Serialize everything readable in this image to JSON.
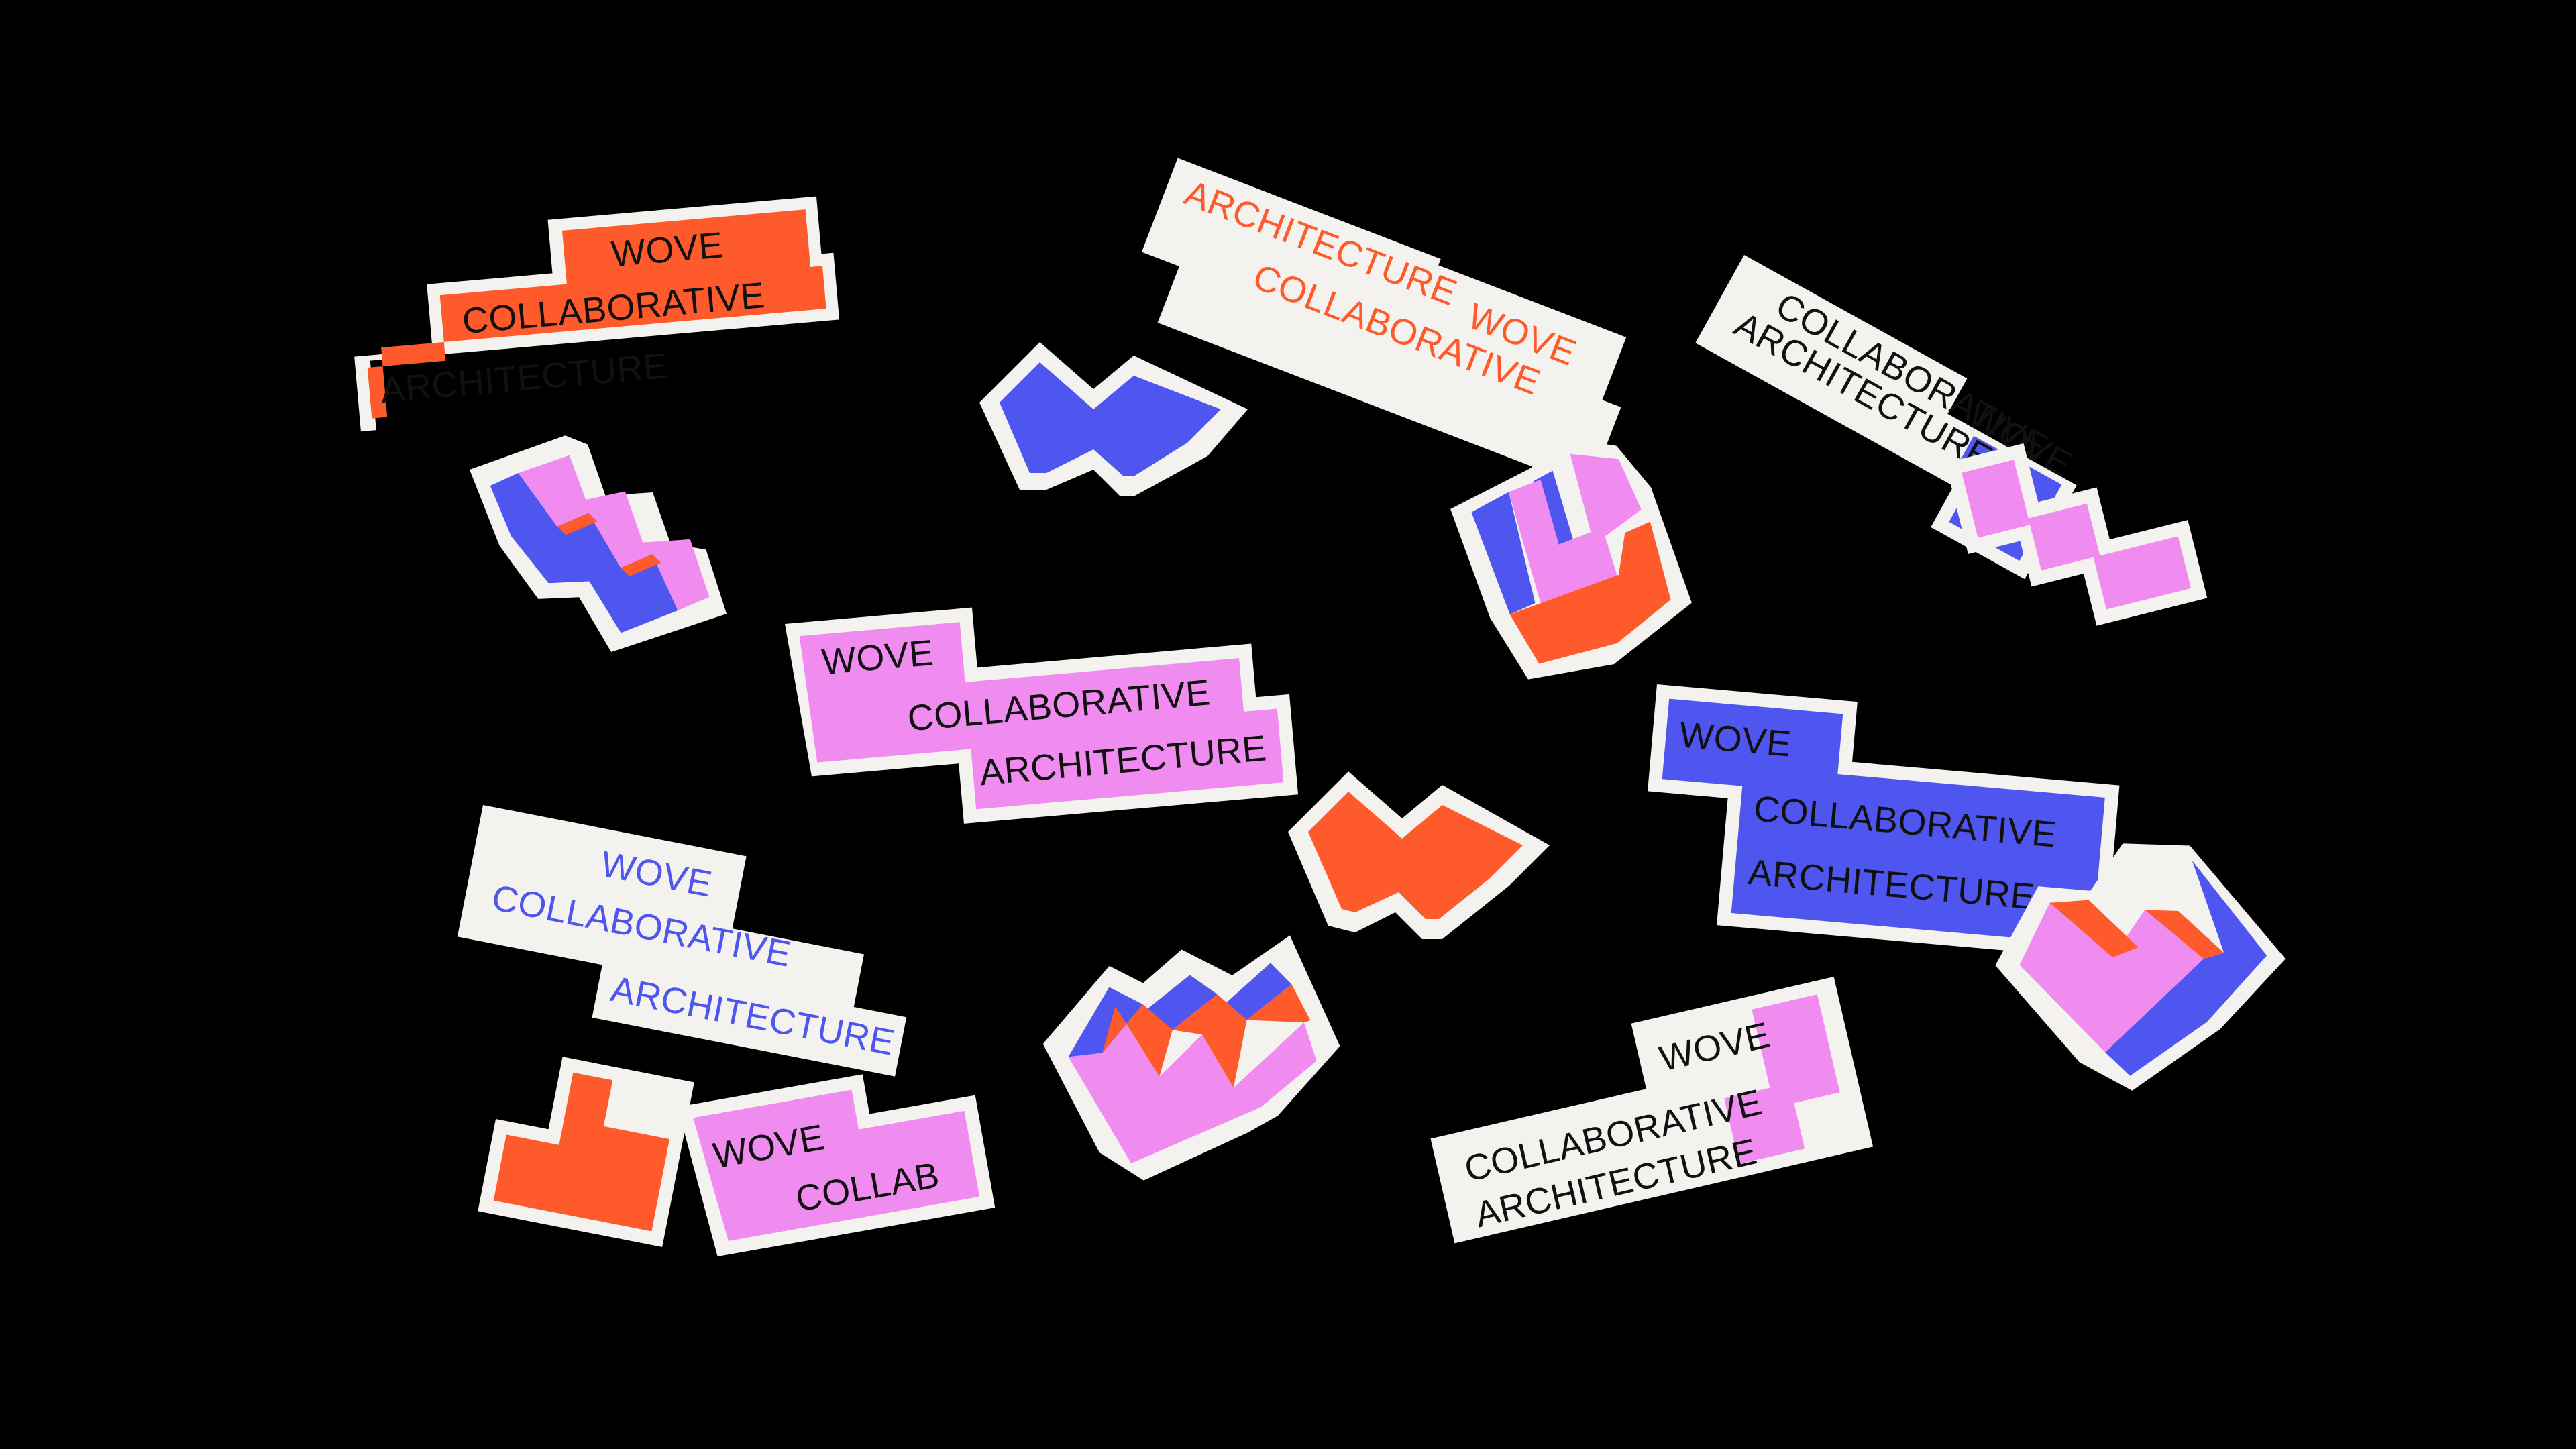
{
  "colors": {
    "background": "#000000",
    "sticker_white": "#f4f2ee",
    "orange": "#ff5a2c",
    "blue": "#4f56f0",
    "pink": "#f08cf0",
    "ink": "#111111"
  },
  "stickers": {
    "s1": {
      "line1": "WOVE",
      "line2": "COLLABORATIVE",
      "line3": "ARCHITECTURE"
    },
    "s2": {
      "line1": "WOVE",
      "line2": "COLLABORATIVE",
      "line3": "ARCHITECTURE"
    },
    "s3": {
      "line1": "WOVE",
      "line2": "COLLABORATIVE",
      "line3": "ARCHITECTURE"
    },
    "s4": {
      "line1": "WOVE",
      "line2": "COLLABORATIVE",
      "line3": "ARCHITECTURE"
    },
    "s5": {
      "line1": "WOVE",
      "line2": "COLLABORATIVE",
      "line3": "ARCHITECTURE"
    },
    "s6": {
      "line1": "WOVE",
      "line2": "COLLABORATIVE",
      "line3": "ARCHITECTURE"
    },
    "s7": {
      "line1": "WOVE",
      "line2": "COLLABORATIVE",
      "line3": "ARCHITECTURE"
    },
    "s8": {
      "line1": "WOVE",
      "line2": "COLLAB"
    }
  }
}
